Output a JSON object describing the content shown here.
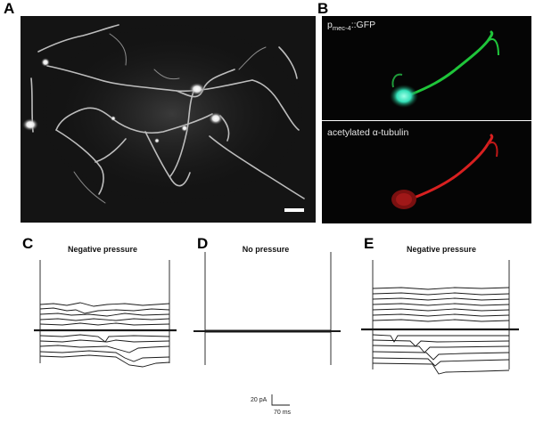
{
  "figure": {
    "panels": {
      "A": {
        "letter": "A"
      },
      "B": {
        "letter": "B",
        "top_label_main": "p",
        "top_label_sub": "mec-4",
        "top_label_suffix": "::GFP",
        "bottom_label": "acetylated α-tubulin"
      },
      "C": {
        "letter": "C",
        "title": "Negative pressure"
      },
      "D": {
        "letter": "D",
        "title": "No pressure"
      },
      "E": {
        "letter": "E",
        "title": "Negative pressure"
      }
    },
    "scale_bar": {
      "current": "20 pA",
      "time": "70 ms"
    },
    "colors": {
      "gfp": "#1fc53a",
      "tubulin": "#d82020",
      "soma_gfp": "#35f0d0"
    }
  }
}
